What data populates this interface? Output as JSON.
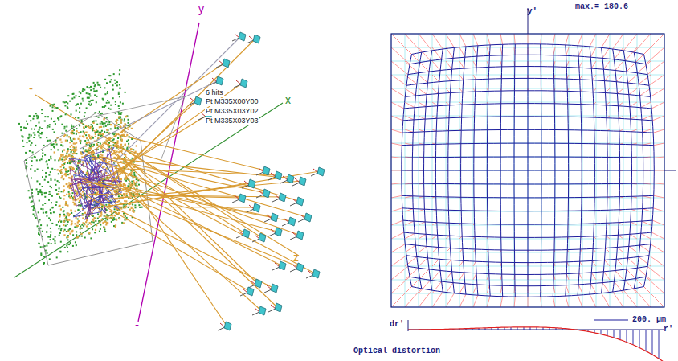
{
  "diagram": {
    "labels": [
      "y",
      "-",
      "x",
      "z",
      "-",
      "6 hits",
      "Pt M335X00Y00",
      "Pt M335X03Y02",
      "Pt M335X03Y03",
      "y'",
      "max.= 180.6",
      "dr'",
      "r'",
      "200. µm",
      "Optical distortion"
    ]
  }
}
